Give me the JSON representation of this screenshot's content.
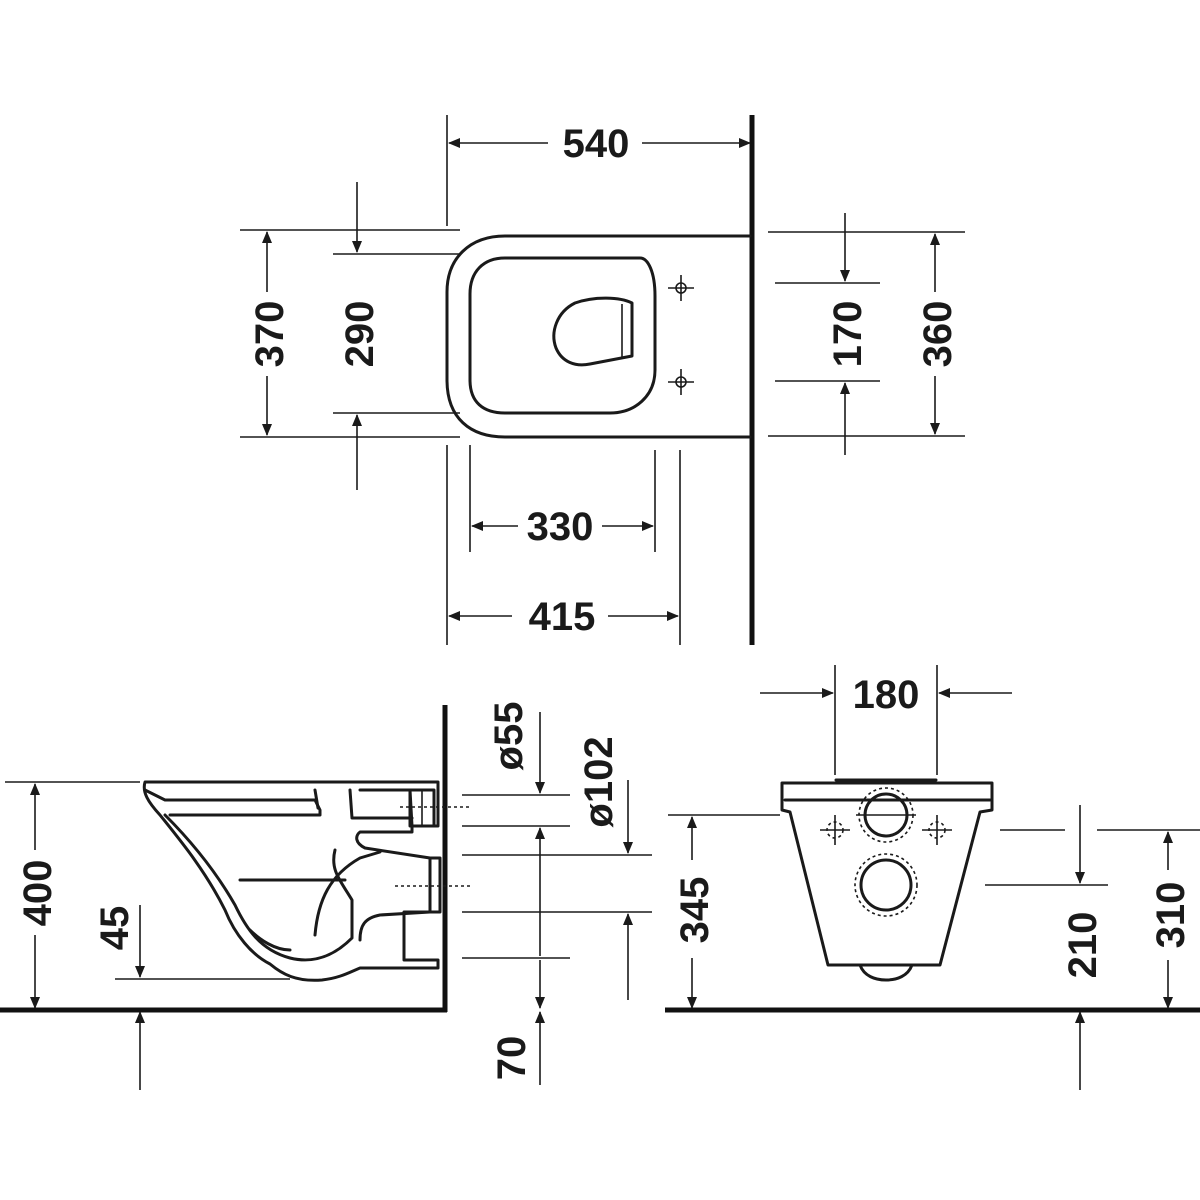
{
  "drawing": {
    "top_view": {
      "overall_length": "540",
      "width_outer": "370",
      "width_inner": "290",
      "bolt_spacing": "170",
      "width_rear": "360",
      "bowl_opening": "330",
      "bowl_length": "415"
    },
    "side_view": {
      "height": "400",
      "trap_height": "45",
      "inlet_diameter": "ø55",
      "outlet_diameter": "ø102",
      "outlet_offset": "70"
    },
    "rear_view": {
      "fixing_spacing": "180",
      "outlet_height": "345",
      "drain_height": "210",
      "bolt_height": "310"
    }
  }
}
